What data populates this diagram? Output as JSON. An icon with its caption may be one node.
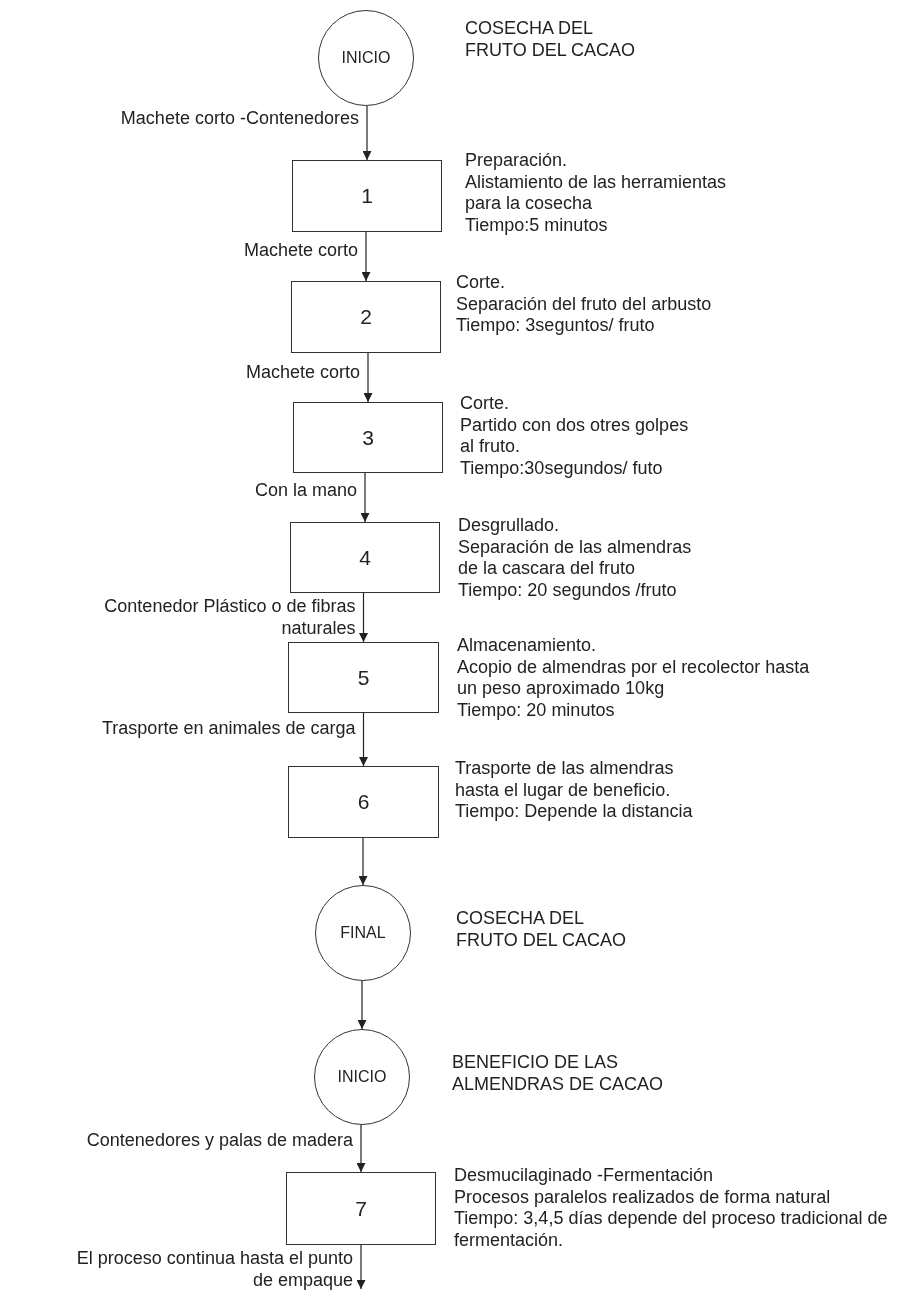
{
  "diagram": {
    "nodes": [
      {
        "text": [
          "INICIO"
        ],
        "beside": [
          "COSECHA DEL FRUTO DEL CACAO"
        ]
      },
      {
        "text": [
          "1"
        ],
        "beside": [
          "Preparación.",
          "Alistamiento de las herramientas para la cosecha",
          "Tiempo:5 minutos"
        ]
      },
      {
        "text": [
          "2"
        ],
        "beside": [
          "Corte.",
          "Separación del fruto del arbusto",
          "Tiempo: 3seguntos/ fruto"
        ]
      },
      {
        "text": [
          "3"
        ],
        "beside": [
          "Corte.",
          "Partido con dos otres golpes al fruto.",
          "Tiempo:30segundos/ futo"
        ]
      },
      {
        "text": [
          "4"
        ],
        "beside": [
          "Desgrullado.",
          "Separación de las almendras de la cascara del fruto",
          "Tiempo: 20 segundos /fruto"
        ]
      },
      {
        "text": [
          "5"
        ],
        "beside": [
          "Almacenamiento.",
          "Acopio de almendras por el recolector hasta un peso aproximado 10kg",
          "Tiempo: 20 minutos"
        ]
      },
      {
        "text": [
          "6"
        ],
        "beside": [
          "Trasporte de las almendras hasta el lugar de beneficio.",
          "Tiempo: Depende la distancia"
        ]
      },
      {
        "text": [
          "FINAL"
        ],
        "beside": [
          "COSECHA DEL FRUTO DEL CACAO"
        ]
      },
      {
        "text": [
          "INICIO"
        ],
        "beside": [
          "BENEFICIO DE LAS ALMENDRAS DE CACAO"
        ]
      },
      {
        "text": [
          "7"
        ],
        "beside": [
          "Desmucilaginado -Fermentación",
          "Procesos paralelos realizados de forma natural",
          "Tiempo: 3,4,5 días depende del proceso tradicional de fermentación."
        ]
      }
    ],
    "edges": [
      {
        "from": 0,
        "to": 1,
        "arrow": "to",
        "label": "Machete corto -Contenedores"
      },
      {
        "from": 1,
        "to": 2,
        "arrow": "to",
        "label": "Machete corto"
      },
      {
        "from": 2,
        "to": 3,
        "arrow": "to",
        "label": "Machete corto"
      },
      {
        "from": 3,
        "to": 4,
        "arrow": "to",
        "label": "Con la mano"
      },
      {
        "from": 4,
        "to": 5,
        "arrow": "to",
        "label": "Contenedor Plástico o de fibras naturales"
      },
      {
        "from": 5,
        "to": 6,
        "arrow": "to",
        "label": "Trasporte en animales de carga"
      },
      {
        "from": 6,
        "to": 7,
        "arrow": "to"
      },
      {
        "from": 7,
        "to": 8,
        "arrow": "to"
      },
      {
        "from": 8,
        "to": 9,
        "arrow": "to",
        "label": "Contenedores y palas de madera"
      },
      {
        "from": 9,
        "to": null,
        "arrow": "to",
        "label": "El proceso continua hasta el punto de empaque"
      }
    ]
  }
}
